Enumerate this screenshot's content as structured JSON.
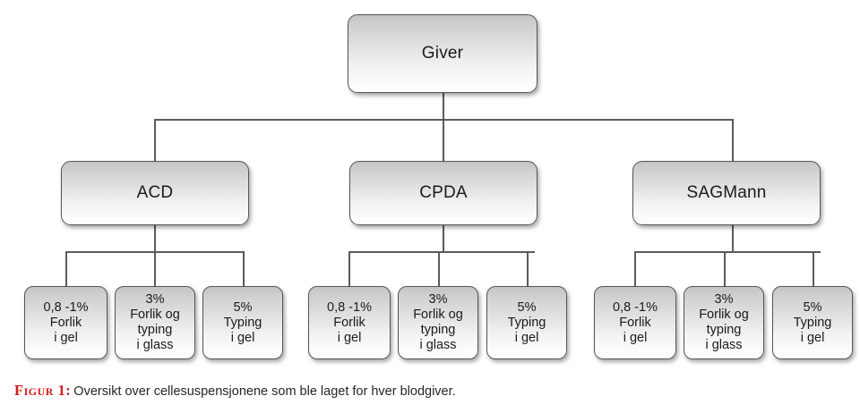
{
  "figure": {
    "caption_label": "Figur 1:",
    "caption_text": "Oversikt over cellesuspensjonene som ble laget for hver blodgiver.",
    "label_color": "#d21b1b",
    "text_color": "#262626"
  },
  "diagram": {
    "type": "tree",
    "background": "#ffffff",
    "box_border_color": "#54555a",
    "connector_color": "#5a5a60",
    "root": {
      "label": "Giver"
    },
    "branches": [
      {
        "label": "ACD",
        "leaves": [
          {
            "label": "0,8 -1%\nForlik\ni gel"
          },
          {
            "label": "3%\nForlik og\ntyping\ni glass"
          },
          {
            "label": "5%\nTyping\ni gel"
          }
        ]
      },
      {
        "label": "CPDA",
        "leaves": [
          {
            "label": "0,8 -1%\nForlik\ni gel"
          },
          {
            "label": "3%\nForlik og\ntyping\ni glass"
          },
          {
            "label": "5%\nTyping\ni gel"
          }
        ]
      },
      {
        "label": "SAGMann",
        "leaves": [
          {
            "label": "0,8 -1%\nForlik\ni gel"
          },
          {
            "label": "3%\nForlik og\ntyping\ni glass"
          },
          {
            "label": "5%\nTyping\ni gel"
          }
        ]
      }
    ]
  }
}
